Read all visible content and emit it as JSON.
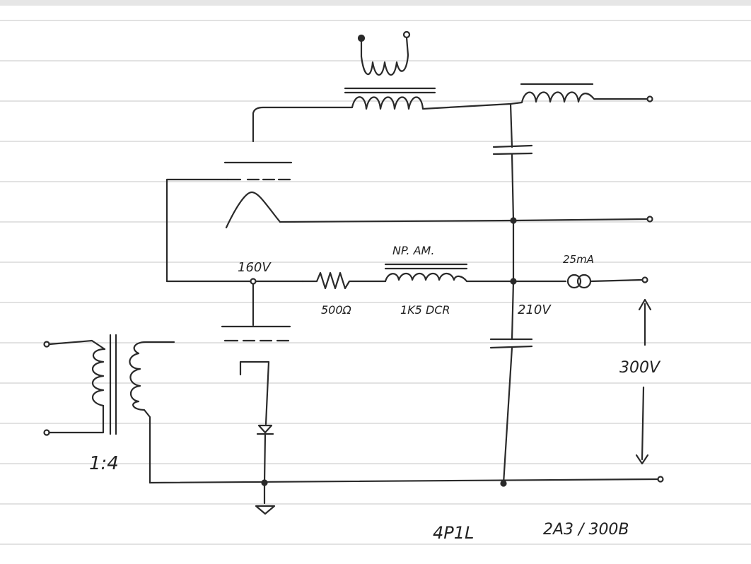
{
  "schematic": {
    "labels": {
      "heater_voltage": "160V",
      "bias_current": "25mA",
      "resistor": "500Ω",
      "inductor_name": "NP. AM.",
      "inductor_dcr": "1K5 DCR",
      "mid_voltage": "210V",
      "total_voltage": "300V",
      "transformer_ratio": "1:4",
      "tube_driver": "4P1L",
      "tube_output": "2A3 / 300B"
    },
    "colors": {
      "ink": "#2a2a2a",
      "paper": "#ffffff",
      "ruled_line": "#bdbdbd",
      "top_band": "#e6e6e6"
    }
  }
}
